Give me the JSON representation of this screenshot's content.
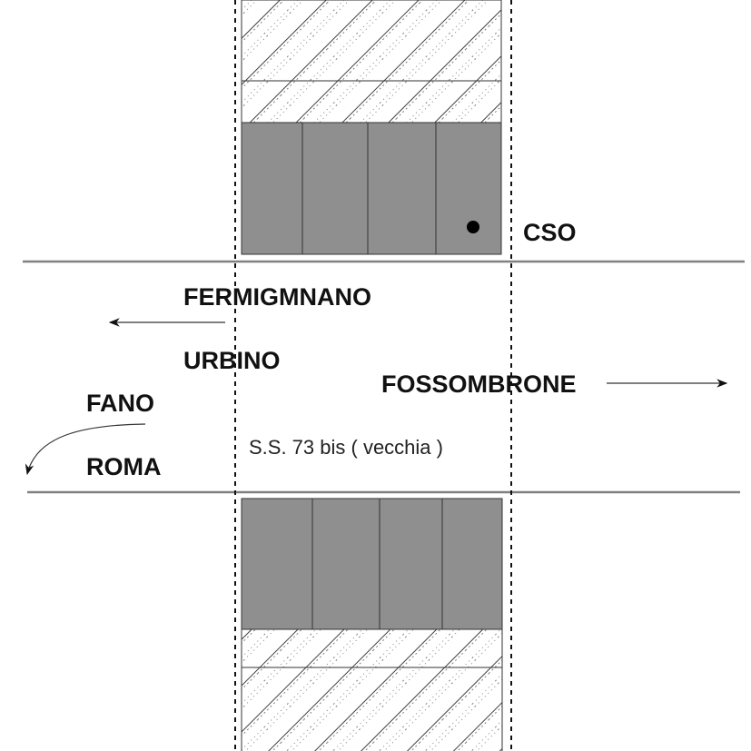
{
  "labels": {
    "cso": "CSO",
    "fermignano": "FERMIGMNANO",
    "urbino": "URBINO",
    "fossombrone": "FOSSOMBRONE",
    "fano": "FANO",
    "roma": "ROMA",
    "road_name": "S.S. 73 bis ( vecchia )"
  },
  "colors": {
    "building": "#8f8f8f",
    "road_edge": "#808080",
    "ink": "#111111"
  }
}
